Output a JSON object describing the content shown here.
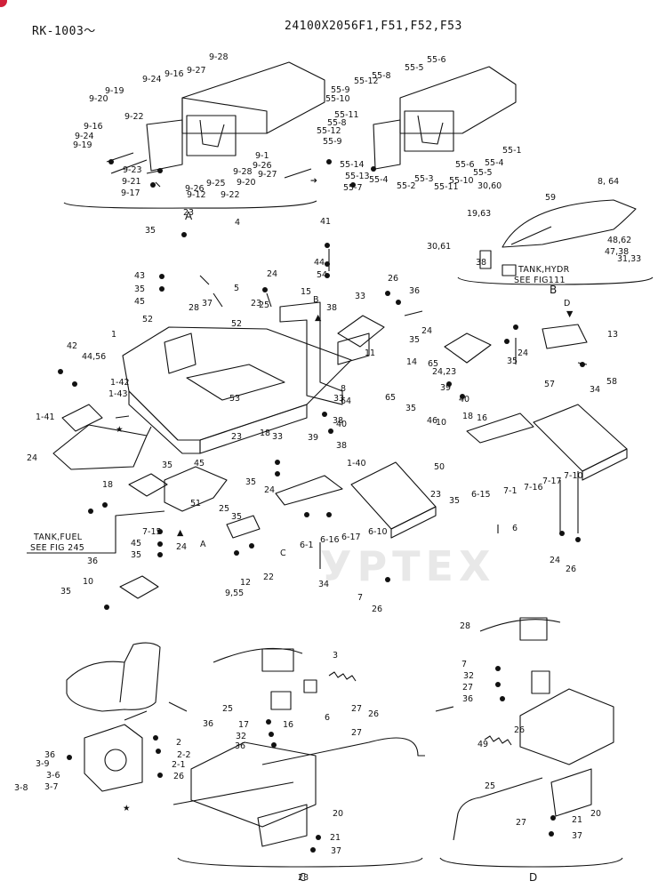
{
  "header": {
    "model_range": "RK-1003～",
    "part_numbers": "24100X2056F1,F51,F52,F53"
  },
  "watermark": "УРТЕХ",
  "sections": {
    "a": "A",
    "b": "B",
    "c": "C",
    "d": "D"
  },
  "notes": {
    "tank_fuel_line1": "TANK,FUEL",
    "tank_fuel_line2": "SEE FIG 245",
    "tank_hydr_line1": "TANK,HYDR",
    "tank_hydr_line2": "SEE FIG111"
  },
  "callouts": [
    "9-28",
    "9-24",
    "9-16",
    "9-27",
    "9-19",
    "9-20",
    "9-22",
    "9-16",
    "9-24",
    "9-19",
    "9-1",
    "9-26",
    "9-28",
    "9-27",
    "9-23",
    "9-21",
    "9-17",
    "9-26",
    "9-25",
    "9-12",
    "9-20",
    "9-22",
    "55-6",
    "55-8",
    "55-5",
    "55-12",
    "55-9",
    "55-10",
    "55-11",
    "55-8",
    "55-12",
    "55-9",
    "55-1",
    "55-4",
    "55-6",
    "55-5",
    "55-14",
    "55-13",
    "55-7",
    "55-4",
    "55-2",
    "55-3",
    "55-11",
    "55-10",
    "30,60",
    "59",
    "8, 64",
    "19,63",
    "30,61",
    "38",
    "48,62",
    "47,38",
    "31,33",
    "23",
    "35",
    "4",
    "43",
    "35",
    "45",
    "5",
    "52",
    "28",
    "37",
    "24",
    "25",
    "23",
    "52",
    "41",
    "44",
    "54",
    "15",
    "33",
    "38",
    "B",
    "26",
    "36",
    "35",
    "24",
    "D",
    "13",
    "1",
    "42",
    "44,56",
    "1-42",
    "1-43",
    "53",
    "11",
    "35",
    "24",
    "57",
    "58",
    "8",
    "64",
    "14",
    "65",
    "24,23",
    "39",
    "40",
    "34",
    "1-41",
    "65",
    "35",
    "33",
    "38",
    "18",
    "23",
    "46",
    "39",
    "16",
    "18",
    "40",
    "33",
    "38",
    "1-40",
    "24",
    "35",
    "45",
    "10",
    "18",
    "35",
    "23",
    "50",
    "35",
    "24",
    "51",
    "35",
    "25",
    "C",
    "6-1",
    "6-16",
    "6-17",
    "6-10",
    "6-15",
    "7-1",
    "7-16",
    "7-17",
    "7-10",
    "7-15",
    "45",
    "35",
    "24",
    "A",
    "9,55",
    "12",
    "22",
    "34",
    "6",
    "7",
    "26",
    "36",
    "10",
    "35",
    "24",
    "26",
    "36",
    "2",
    "2-2",
    "2-1",
    "26",
    "36",
    "3-9",
    "3-6",
    "3-7",
    "3-8",
    "3",
    "27",
    "25",
    "6",
    "16",
    "17",
    "32",
    "36",
    "26",
    "27",
    "20",
    "21",
    "37",
    "28",
    "7",
    "32",
    "27",
    "36",
    "26",
    "49",
    "25",
    "27",
    "20",
    "21",
    "37",
    "28"
  ],
  "colors": {
    "ink": "#111111",
    "marker": "#d0203a",
    "watermark": "#e6e6e6"
  }
}
